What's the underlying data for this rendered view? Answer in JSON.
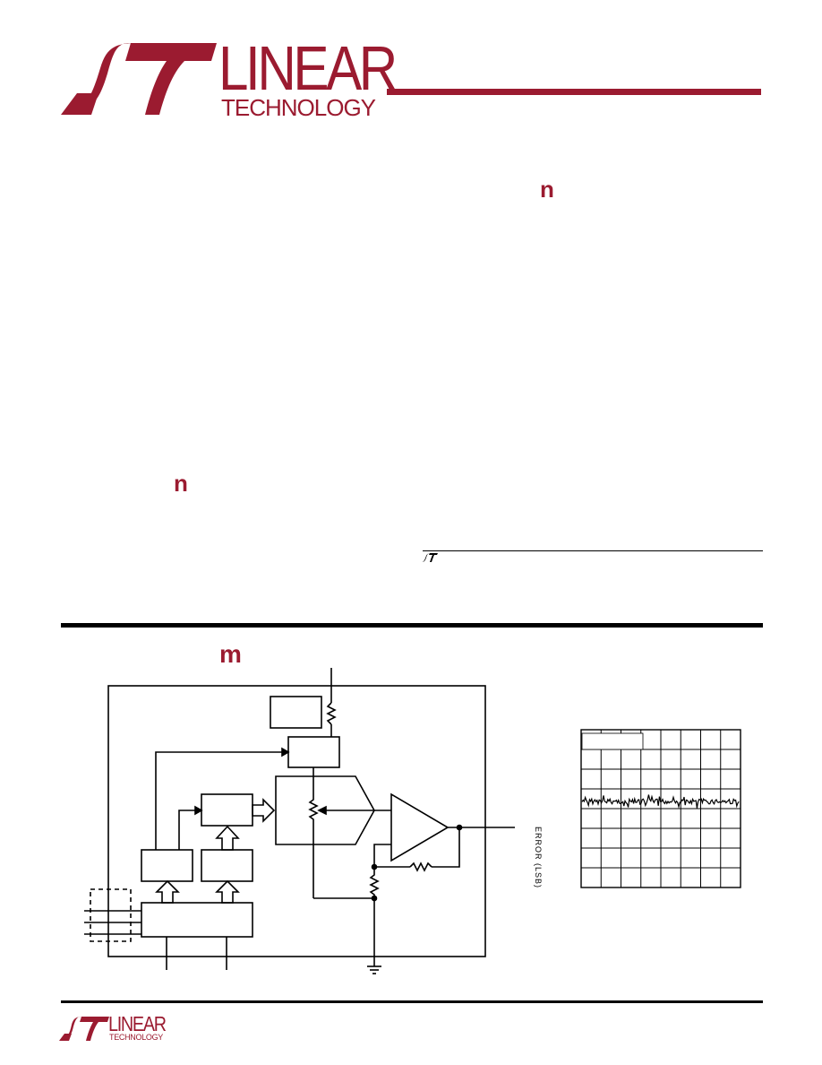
{
  "header": {
    "logo_word": "LINEAR",
    "logo_subword": "TECHNOLOGY"
  },
  "section_markers": {
    "features_bullet": "n",
    "applications_bullet": "n",
    "block_diagram_marker": "m"
  },
  "performance_plot": {
    "ylabel": "ERROR (LSB)"
  },
  "footer": {
    "logo_word": "LINEAR",
    "logo_subword": "TECHNOLOGY"
  },
  "colors": {
    "brand": "#9b1b30",
    "ink": "#000000"
  }
}
